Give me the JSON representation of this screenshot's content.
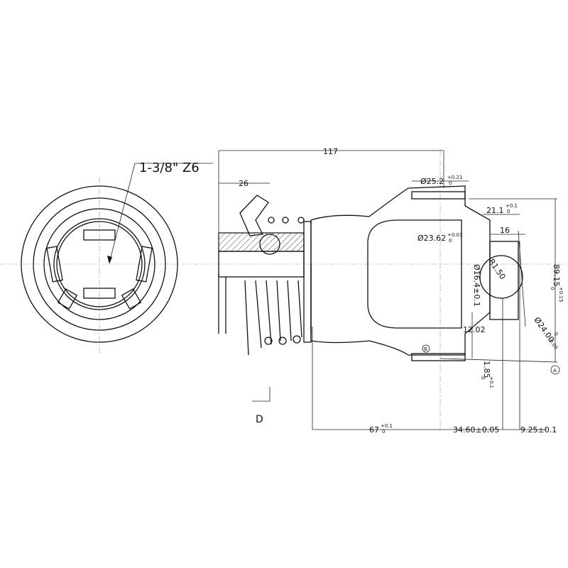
{
  "spline_label": "1-3/8\" Z6",
  "view_label": "D",
  "datum_a": "A",
  "datum_b": "B",
  "dims": {
    "overall_length": "117",
    "collar_length": "26",
    "bore_dia": "Ø25.2",
    "bore_dia_tol_upper": "+0.21",
    "bore_dia_tol_lower": "0",
    "inner_dia": "Ø23.62",
    "inner_dia_tol_upper": "+0.03",
    "inner_dia_tol_lower": "0",
    "width_21": "21.1",
    "width_21_tol_upper": "+0.1",
    "width_21_tol_lower": "0",
    "width_16": "16",
    "radius": "R1.50",
    "neck_dia": "Ø16.4±0.1",
    "height_89": "89.15",
    "height_89_tol_upper": "+0.15",
    "height_89_tol_lower": "0",
    "ball_dia": "Ø24.00",
    "ball_dia_tol_upper": "0",
    "ball_dia_tol_lower": "-0.05",
    "dim_12": "12.02",
    "dim_1_85": "1.85",
    "dim_1_85_tol_upper": "+0.1",
    "dim_1_85_tol_lower": "0",
    "len_67": "67",
    "len_67_tol_upper": "+0.1",
    "len_67_tol_lower": "0",
    "len_34": "34.60±0.05",
    "len_9": "9.25±0.1"
  }
}
